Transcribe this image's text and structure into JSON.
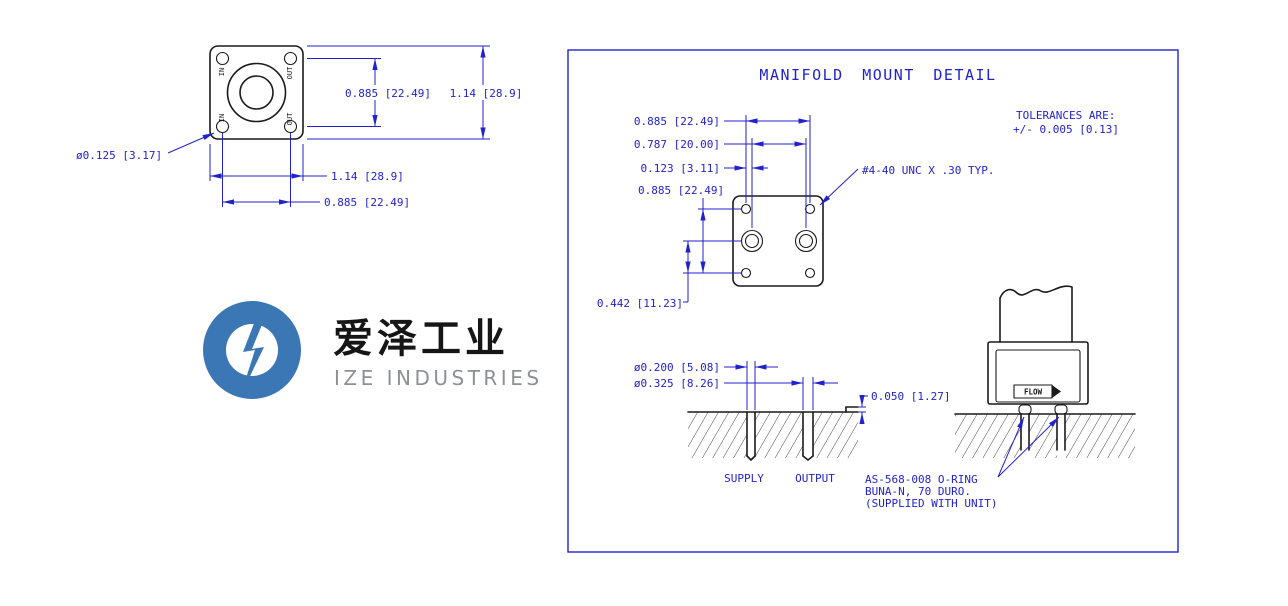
{
  "colors": {
    "dimension_blue": "#2222cc",
    "geometry_black": "#1a1a1a",
    "logo_blue": "#3b77b5",
    "logo_text_gray": "#8d9094"
  },
  "front_view": {
    "labels": {
      "in": "IN",
      "out": "OUT"
    },
    "dims": {
      "hole_dia": "ø0.125 [3.17]",
      "hole_spacing_v": "0.885 [22.49]",
      "flange_height": "1.14 [28.9]",
      "flange_width": "1.14 [28.9]",
      "hole_spacing_h": "0.885 [22.49]"
    }
  },
  "detail": {
    "title": "MANIFOLD MOUNT DETAIL",
    "tolerances": [
      "TOLERANCES ARE:",
      "+/- 0.005 [0.13]"
    ],
    "plan": {
      "dims": {
        "hole_spacing_h": "0.885 [22.49]",
        "port_spacing": "0.787 [20.00]",
        "offset": "0.123 [3.11]",
        "hole_spacing_v": "0.885 [22.49]",
        "port_offset_v": "0.442 [11.23]"
      },
      "thread_note": "#4-40 UNC X .30 TYP."
    },
    "section": {
      "dims": {
        "supply_dia": "ø0.200 [5.08]",
        "output_dia": "ø0.325 [8.26]",
        "gap": "0.050 [1.27]"
      },
      "labels": {
        "supply": "SUPPLY",
        "output": "OUTPUT"
      }
    },
    "side": {
      "flow": "FLOW",
      "oring_note": [
        "AS-568-008 O-RING",
        "BUNA-N, 70 DURO.",
        "(SUPPLIED WITH UNIT)"
      ]
    }
  },
  "logo": {
    "cn": "爱泽工业",
    "en": "IZE INDUSTRIES"
  }
}
